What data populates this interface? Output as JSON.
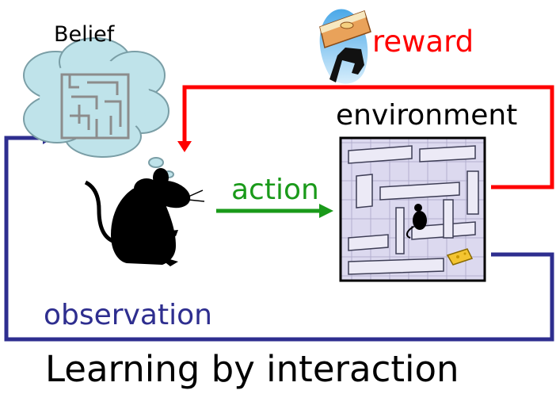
{
  "labels": {
    "belief": "Belief",
    "reward": "reward",
    "environment": "environment",
    "action": "action",
    "observation": "observation",
    "caption": "Learning by interaction"
  },
  "colors": {
    "reward": "#ff0000",
    "action": "#1a9a1a",
    "observation": "#2e2e8f",
    "cloud": "#bfe3ea",
    "mouse": "#000000"
  },
  "icons": {
    "belief": "thought-cloud-with-maze",
    "agent": "mouse",
    "environment": "maze-with-mouse-and-cheese",
    "reward": "cake-slice-runner"
  }
}
